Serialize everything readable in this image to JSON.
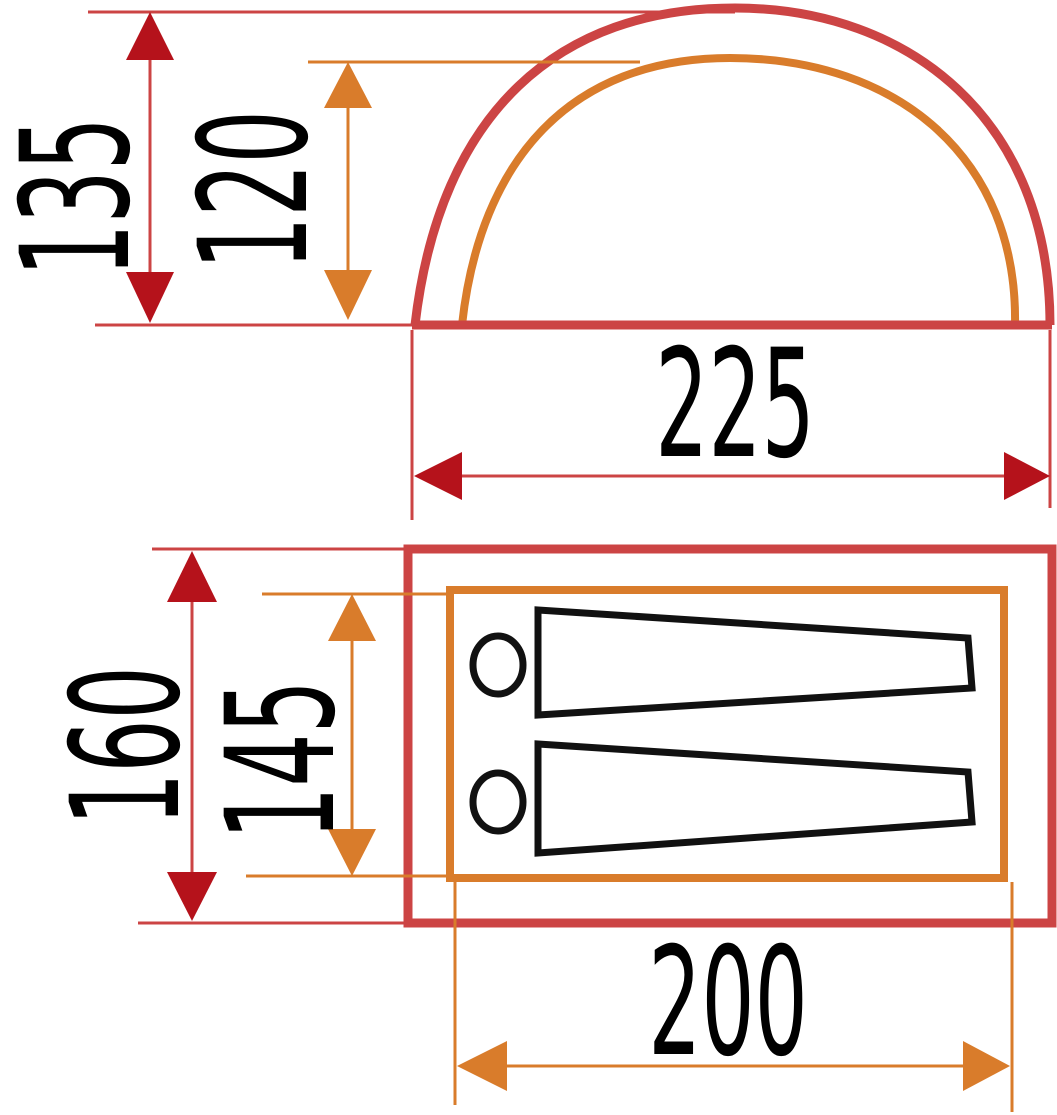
{
  "colors": {
    "outer": "#cc4444",
    "inner": "#d97c2b",
    "arrow_dark": "#b5121b",
    "outline": "#111111",
    "background": "#ffffff"
  },
  "side_view": {
    "height_outer": "135",
    "height_inner": "120",
    "length": "225"
  },
  "top_view": {
    "width_outer": "160",
    "width_inner": "145",
    "length_inner": "200",
    "sleepers": 2
  }
}
